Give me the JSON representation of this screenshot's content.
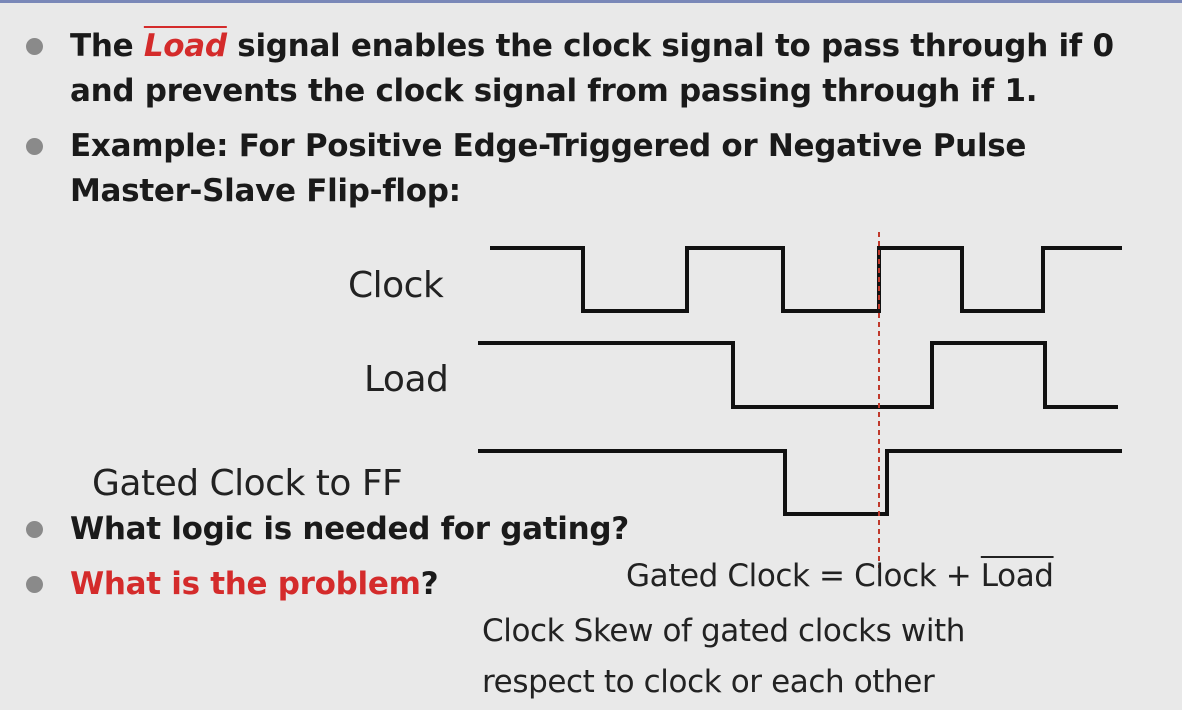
{
  "bullets": {
    "b1": {
      "before": "The ",
      "signal_word": "Load",
      "after_line1": " signal enables the clock signal to pass through if 0",
      "line2": "and prevents the clock signal from passing through if 1."
    },
    "b2": {
      "line1": "Example: For Positive Edge-Triggered  or Negative Pulse",
      "line2": "Master-Slave Flip-flop:"
    },
    "b3": {
      "text": "What logic is needed for gating?"
    },
    "b4": {
      "red_part": "What is the problem",
      "rest": "?"
    }
  },
  "diagram": {
    "labels": {
      "clock": "Clock",
      "load": "Load",
      "gated": "Gated Clock to FF"
    }
  },
  "equation": {
    "lhs": "Gated Clock = Clock + ",
    "overlined": "Load"
  },
  "answer": {
    "line1": "Clock Skew of gated clocks with",
    "line2": "respect to clock or each other"
  },
  "colors": {
    "accent_red": "#d42b2b",
    "dashed_marker": "#c0392b",
    "bullet_grey": "#8a8a8a",
    "background": "#e9e9e9"
  }
}
